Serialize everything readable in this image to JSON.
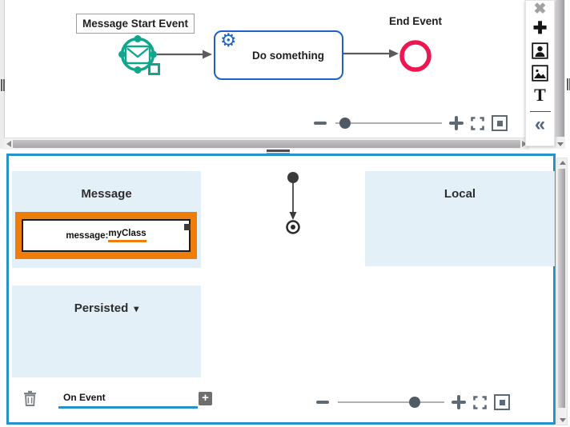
{
  "canvas": {
    "start_event_label": "Message Start Event",
    "task_label": "Do something",
    "task_gear_glyph": "⚙",
    "end_event_label": "End Event"
  },
  "toolbar": {
    "close_glyph": "✖",
    "add_glyph": "✚",
    "text_tool_glyph": "T",
    "collapse_glyph": "«"
  },
  "zoom_controls": {
    "top_slider_pct": 9,
    "bottom_slider_pct": 72
  },
  "data_panel": {
    "message_section_title": "Message",
    "local_section_title": "Local",
    "persisted_section_title": "Persisted",
    "persisted_caret": "▾",
    "selected_item_prefix": "message: ",
    "selected_item_name": "myClass",
    "on_event_value": "On Event",
    "add_item_glyph": "+"
  },
  "colors": {
    "event_teal": "#0ea78d",
    "end_event_red": "#ed1651",
    "task_blue": "#1d63c4",
    "panel_blue": "#2791ca",
    "highlight_orange": "#ee7d09",
    "section_bg": "#e4f0f8",
    "control_gray": "#5d6a74"
  }
}
